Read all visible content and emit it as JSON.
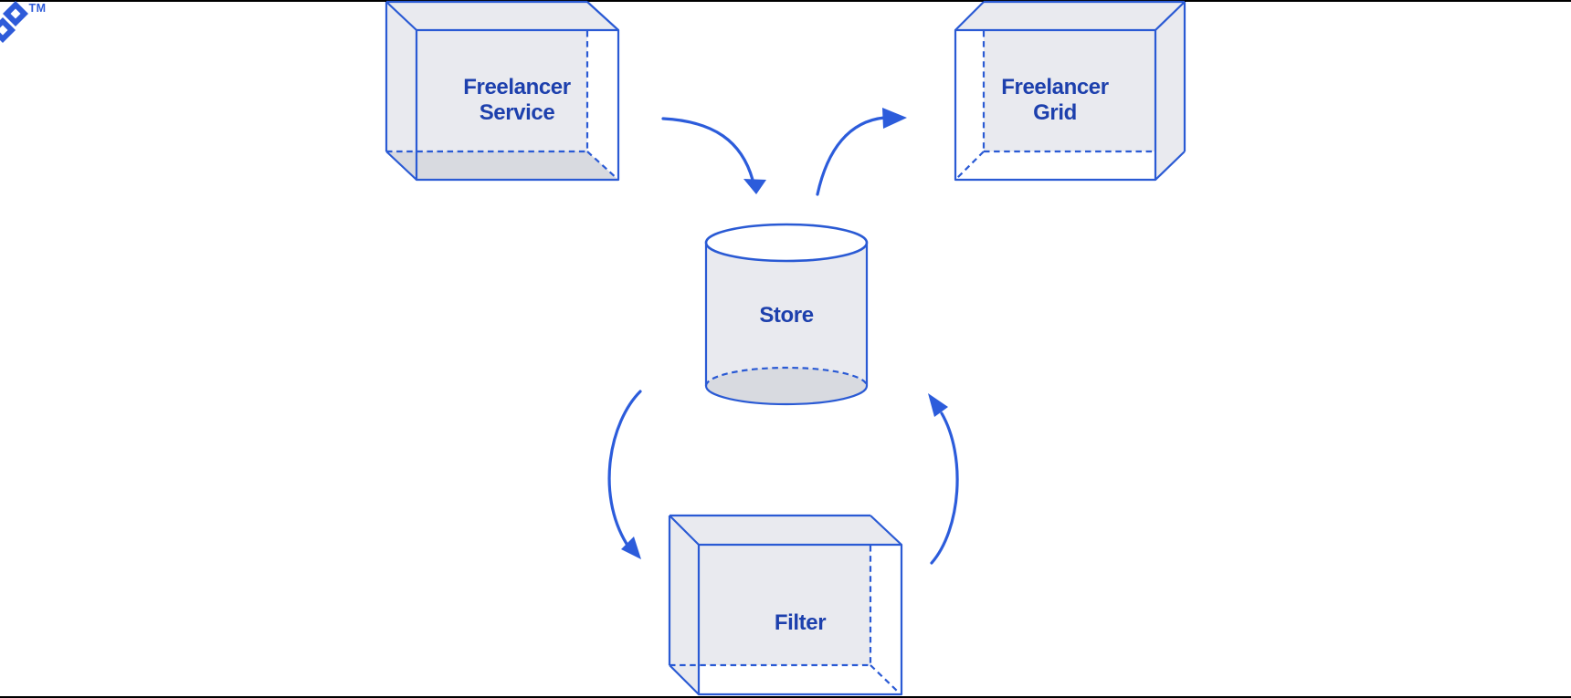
{
  "page": {
    "background": "#FFFFFF",
    "frame_border_color": "#000000"
  },
  "logo": {
    "trademark": "TM",
    "color": "#2E5BD9"
  },
  "diagram": {
    "colors": {
      "line_stroke": "#2A5AD4",
      "arrow": "#2C5CDB",
      "label_text": "#1D40AD",
      "face_fill": "#E9EAEF",
      "shade_fill": "#D8DAE0"
    },
    "nodes": {
      "freelancer_service": {
        "type": "box",
        "label_line1": "Freelancer",
        "label_line2": "Service"
      },
      "freelancer_grid": {
        "type": "box",
        "label_line1": "Freelancer",
        "label_line2": "Grid"
      },
      "store": {
        "type": "cylinder",
        "label": "Store"
      },
      "filter": {
        "type": "box",
        "label": "Filter"
      }
    },
    "edges": [
      {
        "from": "freelancer_service",
        "to": "store"
      },
      {
        "from": "store",
        "to": "freelancer_grid"
      },
      {
        "from": "store",
        "to": "filter"
      },
      {
        "from": "filter",
        "to": "store"
      }
    ]
  }
}
